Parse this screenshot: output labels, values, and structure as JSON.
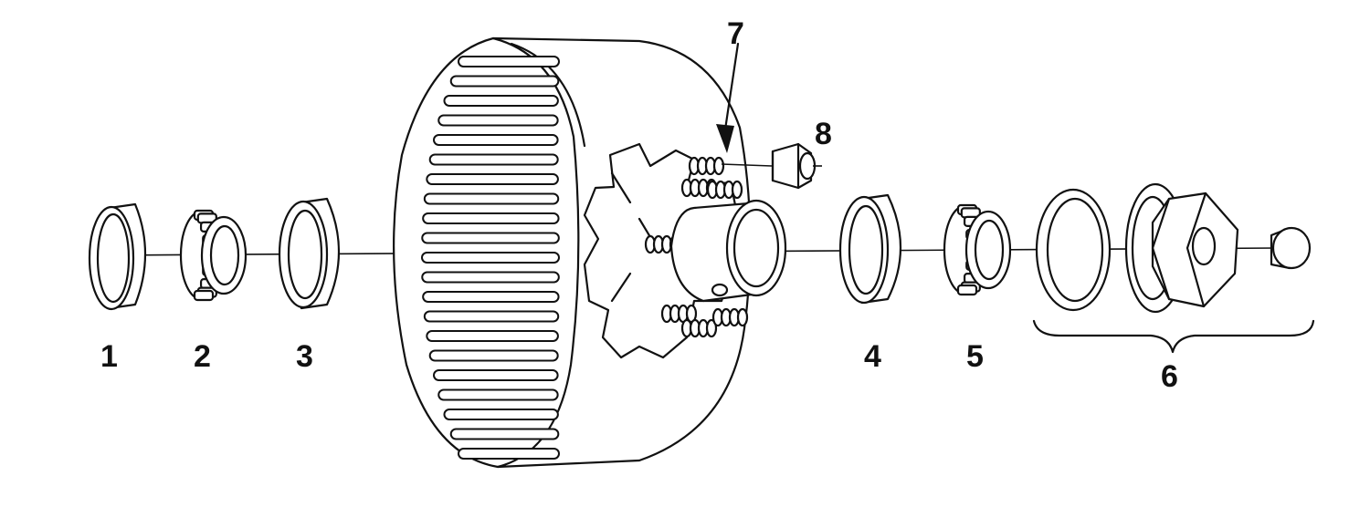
{
  "labels": {
    "part_1": "1",
    "part_2": "2",
    "part_3": "3",
    "part_4": "4",
    "part_5": "5",
    "part_6": "6",
    "part_7": "7",
    "part_8": "8"
  },
  "colors": {
    "line": "#111111",
    "background": "#ffffff"
  }
}
